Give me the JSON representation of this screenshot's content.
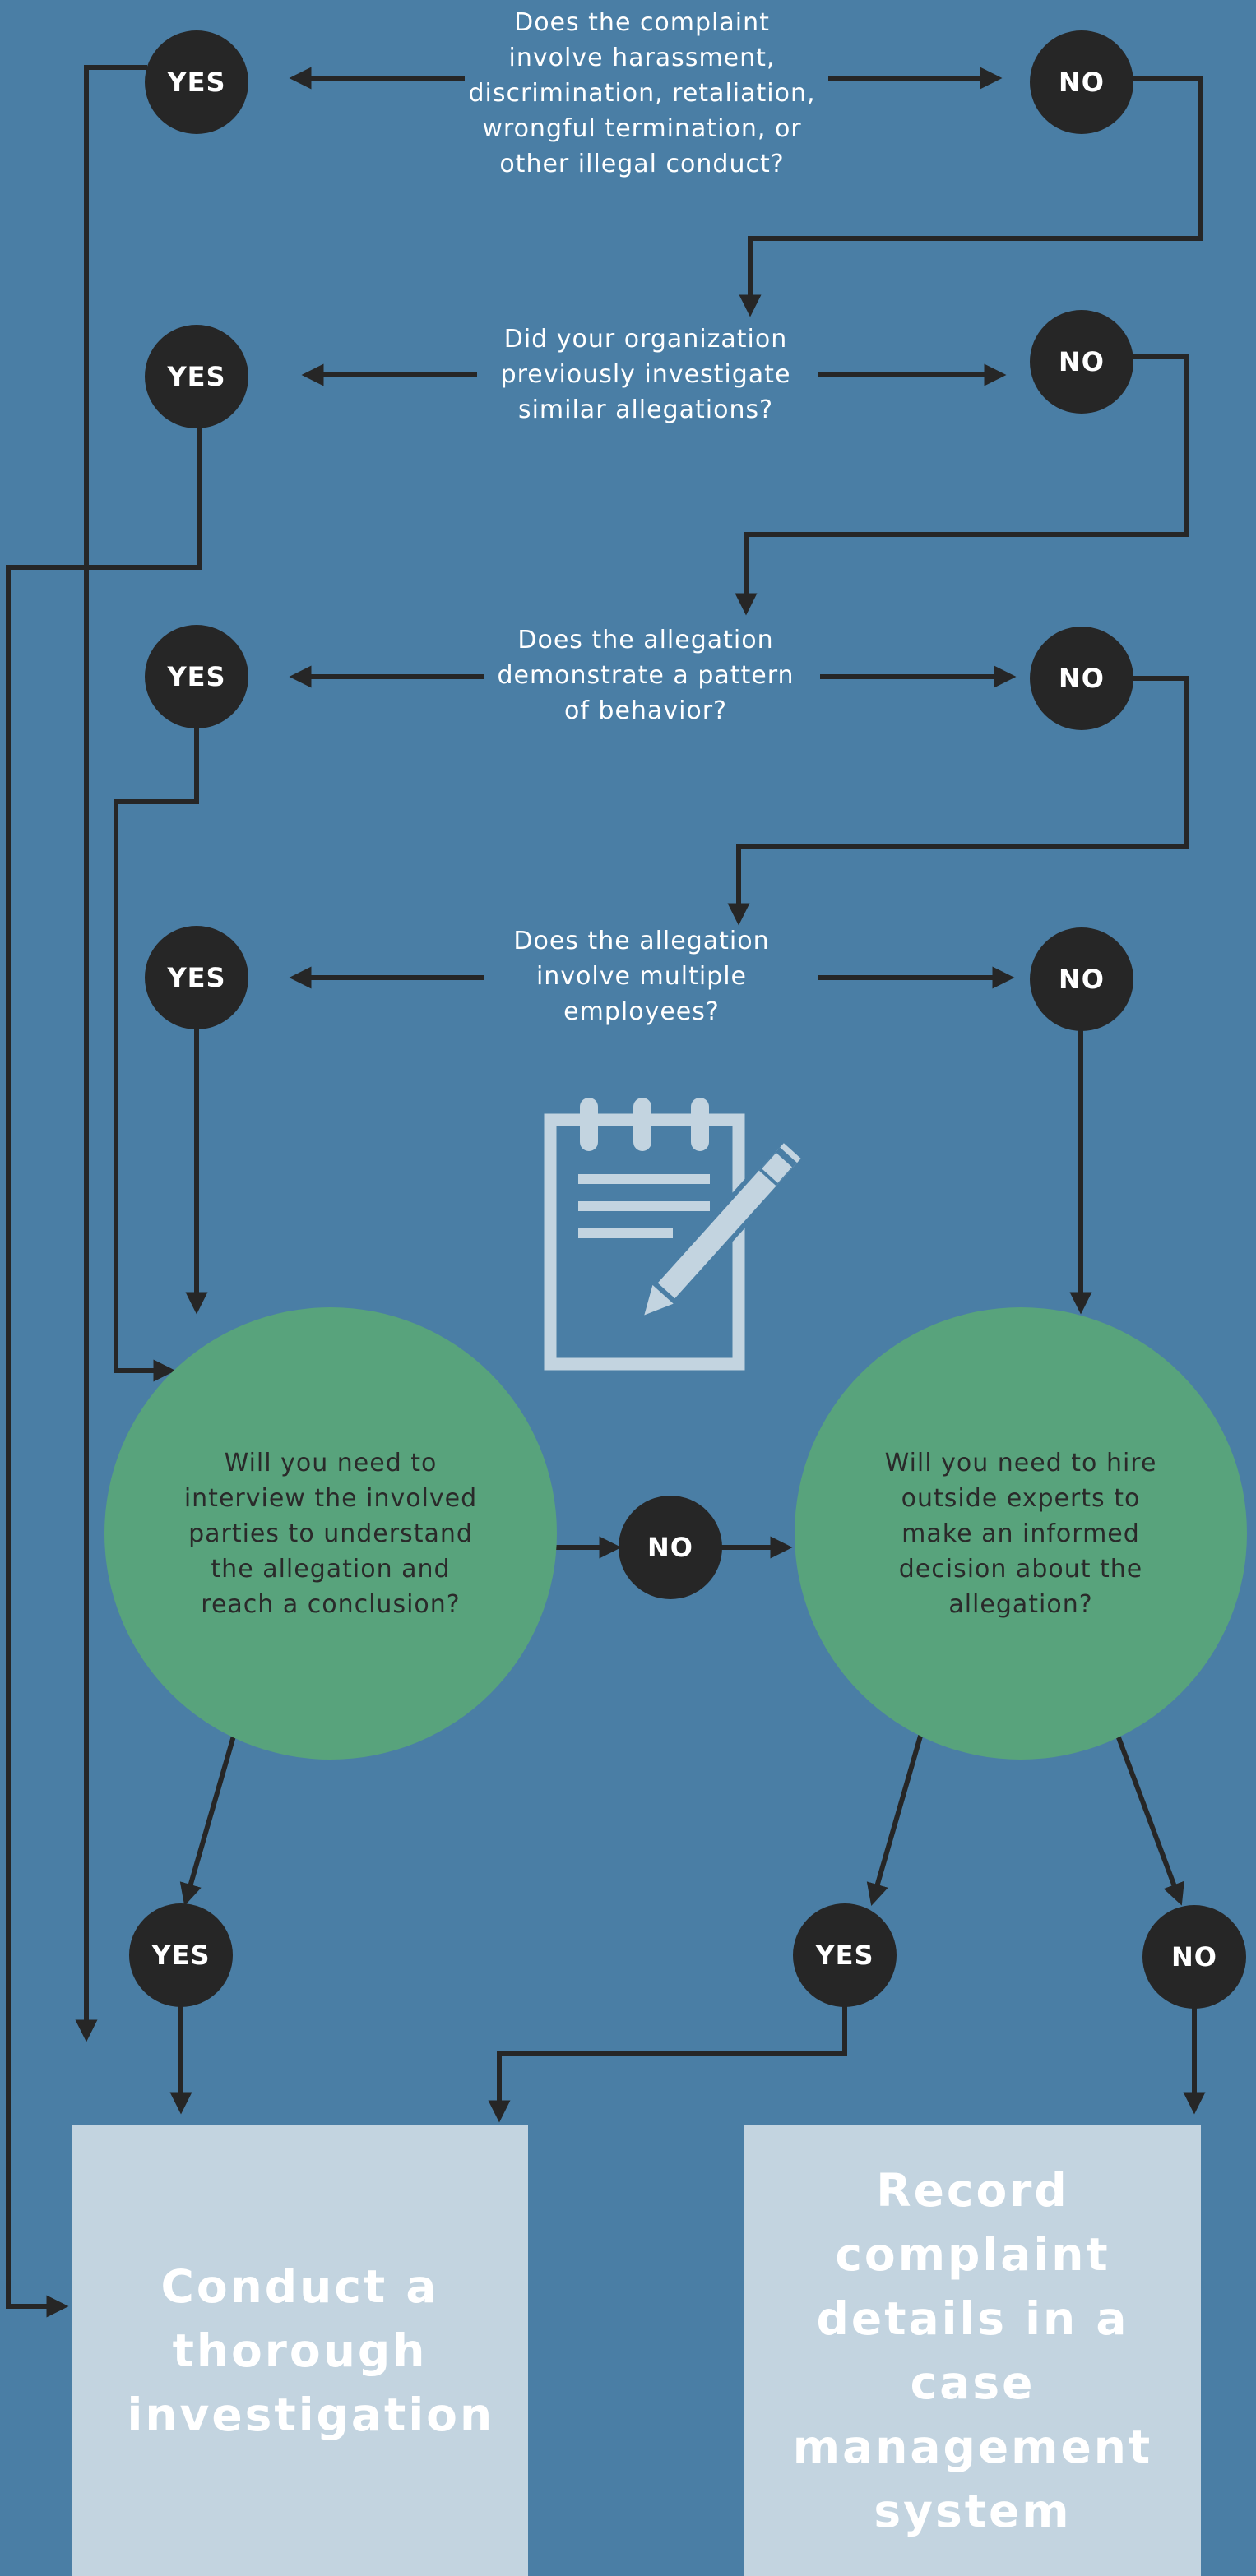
{
  "colors": {
    "background": "#4a7ea5",
    "badge": "#262626",
    "decision_circle": "#58a37c",
    "result_box": "#c3d4e0",
    "connector": "#262626",
    "notepad_icon": "#c3d4e0"
  },
  "questions": {
    "q1": "Does the complaint involve harassment, discrimination, retaliation, wrongful termination, or other illegal conduct?",
    "q2": "Did your organization previously investigate similar allegations?",
    "q3": "Does the allegation demonstrate a pattern of behavior?",
    "q4": "Does the allegation involve multiple employees?"
  },
  "decisions": {
    "interview": "Will you need to interview the involved parties to understand the allegation and reach a conclusion?",
    "experts": "Will you need to hire outside experts to make an informed decision about the allegation?"
  },
  "badges": {
    "yes": "YES",
    "no": "NO"
  },
  "outcomes": {
    "investigate": "Conduct a thorough investigation",
    "record": "Record complaint details in a case management system"
  },
  "icons": {
    "center": "notepad-pencil-icon"
  }
}
